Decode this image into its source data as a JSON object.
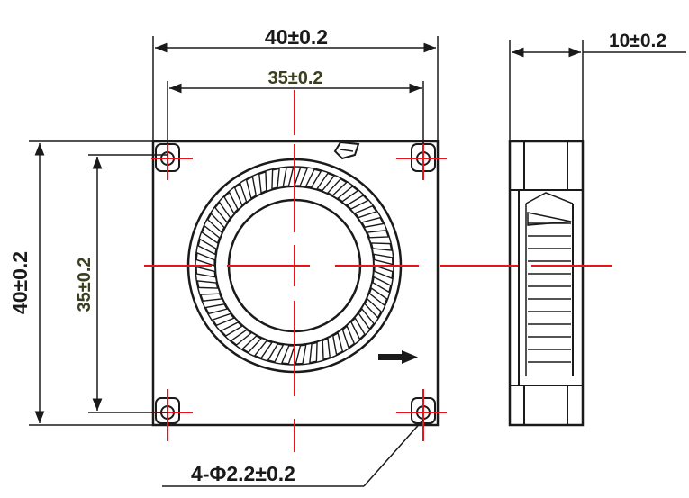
{
  "dimensions": {
    "front_width_outer": "40±0.2",
    "front_width_inner": "35±0.2",
    "front_height_outer": "40±0.2",
    "front_height_inner": "35±0.2",
    "side_thickness": "10±0.2",
    "holes": "4-Φ2.2±0.2"
  },
  "colors": {
    "line": "#1a1a1a",
    "centerline": "#e8141c",
    "inner_dim_text": "#3b3f1e"
  },
  "icons": {
    "rotation": "arrow-right-icon"
  }
}
